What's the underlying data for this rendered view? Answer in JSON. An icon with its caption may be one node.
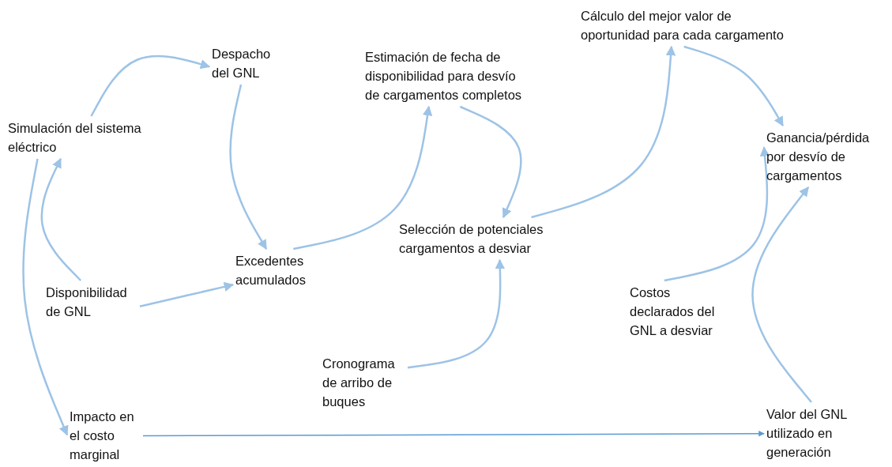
{
  "diagram": {
    "nodes": [
      {
        "text": [
          "Simulación del sistema eléctrico"
        ]
      },
      {
        "text": [
          "Despacho del GNL"
        ]
      },
      {
        "text": [
          "Estimación de fecha de disponibilidad para desvío de cargamentos completos"
        ]
      },
      {
        "text": [
          "Cálculo del mejor valor de oportunidad para cada cargamento"
        ]
      },
      {
        "text": [
          "Ganancia/pérdida por desvío de cargamentos"
        ]
      },
      {
        "text": [
          "Excedentes acumulados"
        ]
      },
      {
        "text": [
          "Selección de potenciales cargamentos a desviar"
        ]
      },
      {
        "text": [
          "Disponibilidad de GNL"
        ]
      },
      {
        "text": [
          "Costos declarados del GNL a desviar"
        ]
      },
      {
        "text": [
          "Cronograma de arribo de buques"
        ]
      },
      {
        "text": [
          "Impacto en el costo marginal"
        ]
      },
      {
        "text": [
          "Valor del GNL utilizado en generación"
        ]
      }
    ],
    "edges": [
      {
        "from": 0,
        "to": 1,
        "arrow": "to"
      },
      {
        "from": 1,
        "to": 5,
        "arrow": "to"
      },
      {
        "from": 5,
        "to": 2,
        "arrow": "to"
      },
      {
        "from": 2,
        "to": 6,
        "arrow": "to"
      },
      {
        "from": 6,
        "to": 3,
        "arrow": "to"
      },
      {
        "from": 3,
        "to": 4,
        "arrow": "to"
      },
      {
        "from": 7,
        "to": 0,
        "arrow": "to"
      },
      {
        "from": 7,
        "to": 5,
        "arrow": "to"
      },
      {
        "from": 9,
        "to": 6,
        "arrow": "to"
      },
      {
        "from": 8,
        "to": 4,
        "arrow": "to"
      },
      {
        "from": 0,
        "to": 10,
        "arrow": "to"
      },
      {
        "from": 10,
        "to": 11,
        "arrow": "to",
        "color": "#5b9bd5"
      },
      {
        "from": 11,
        "to": 4,
        "arrow": "to"
      }
    ]
  }
}
